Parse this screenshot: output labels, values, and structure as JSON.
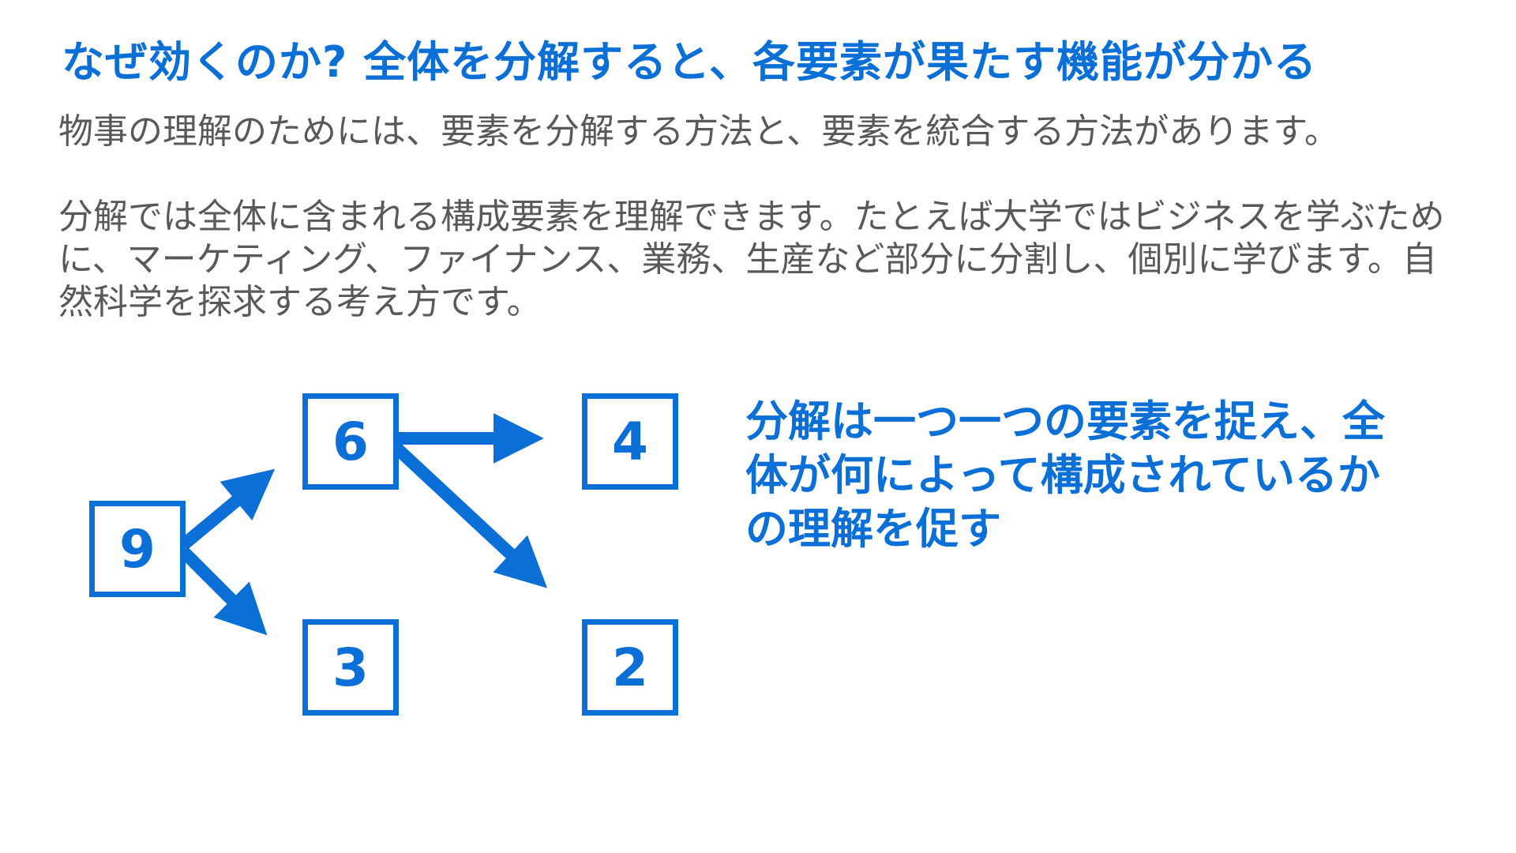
{
  "title": "なぜ効くのか? 全体を分解すると、各要素が果たす機能が分かる",
  "paragraph1": "物事の理解のためには、要素を分解する方法と、要素を統合する方法があります。",
  "paragraph2": "分解では全体に含まれる構成要素を理解できます。たとえば大学ではビジネスを学ぶために、マーケティング、ファイナンス、業務、生産など部分に分割し、個別に学びます。自然科学を探求する考え方です。",
  "diagram": {
    "boxes": {
      "nine": "9",
      "six": "6",
      "four": "4",
      "three": "3",
      "two": "2"
    },
    "color": "#0a6fd6"
  },
  "callout": "分解は一つ一つの要素を捉え、全体が何によって構成されているかの理解を促す"
}
